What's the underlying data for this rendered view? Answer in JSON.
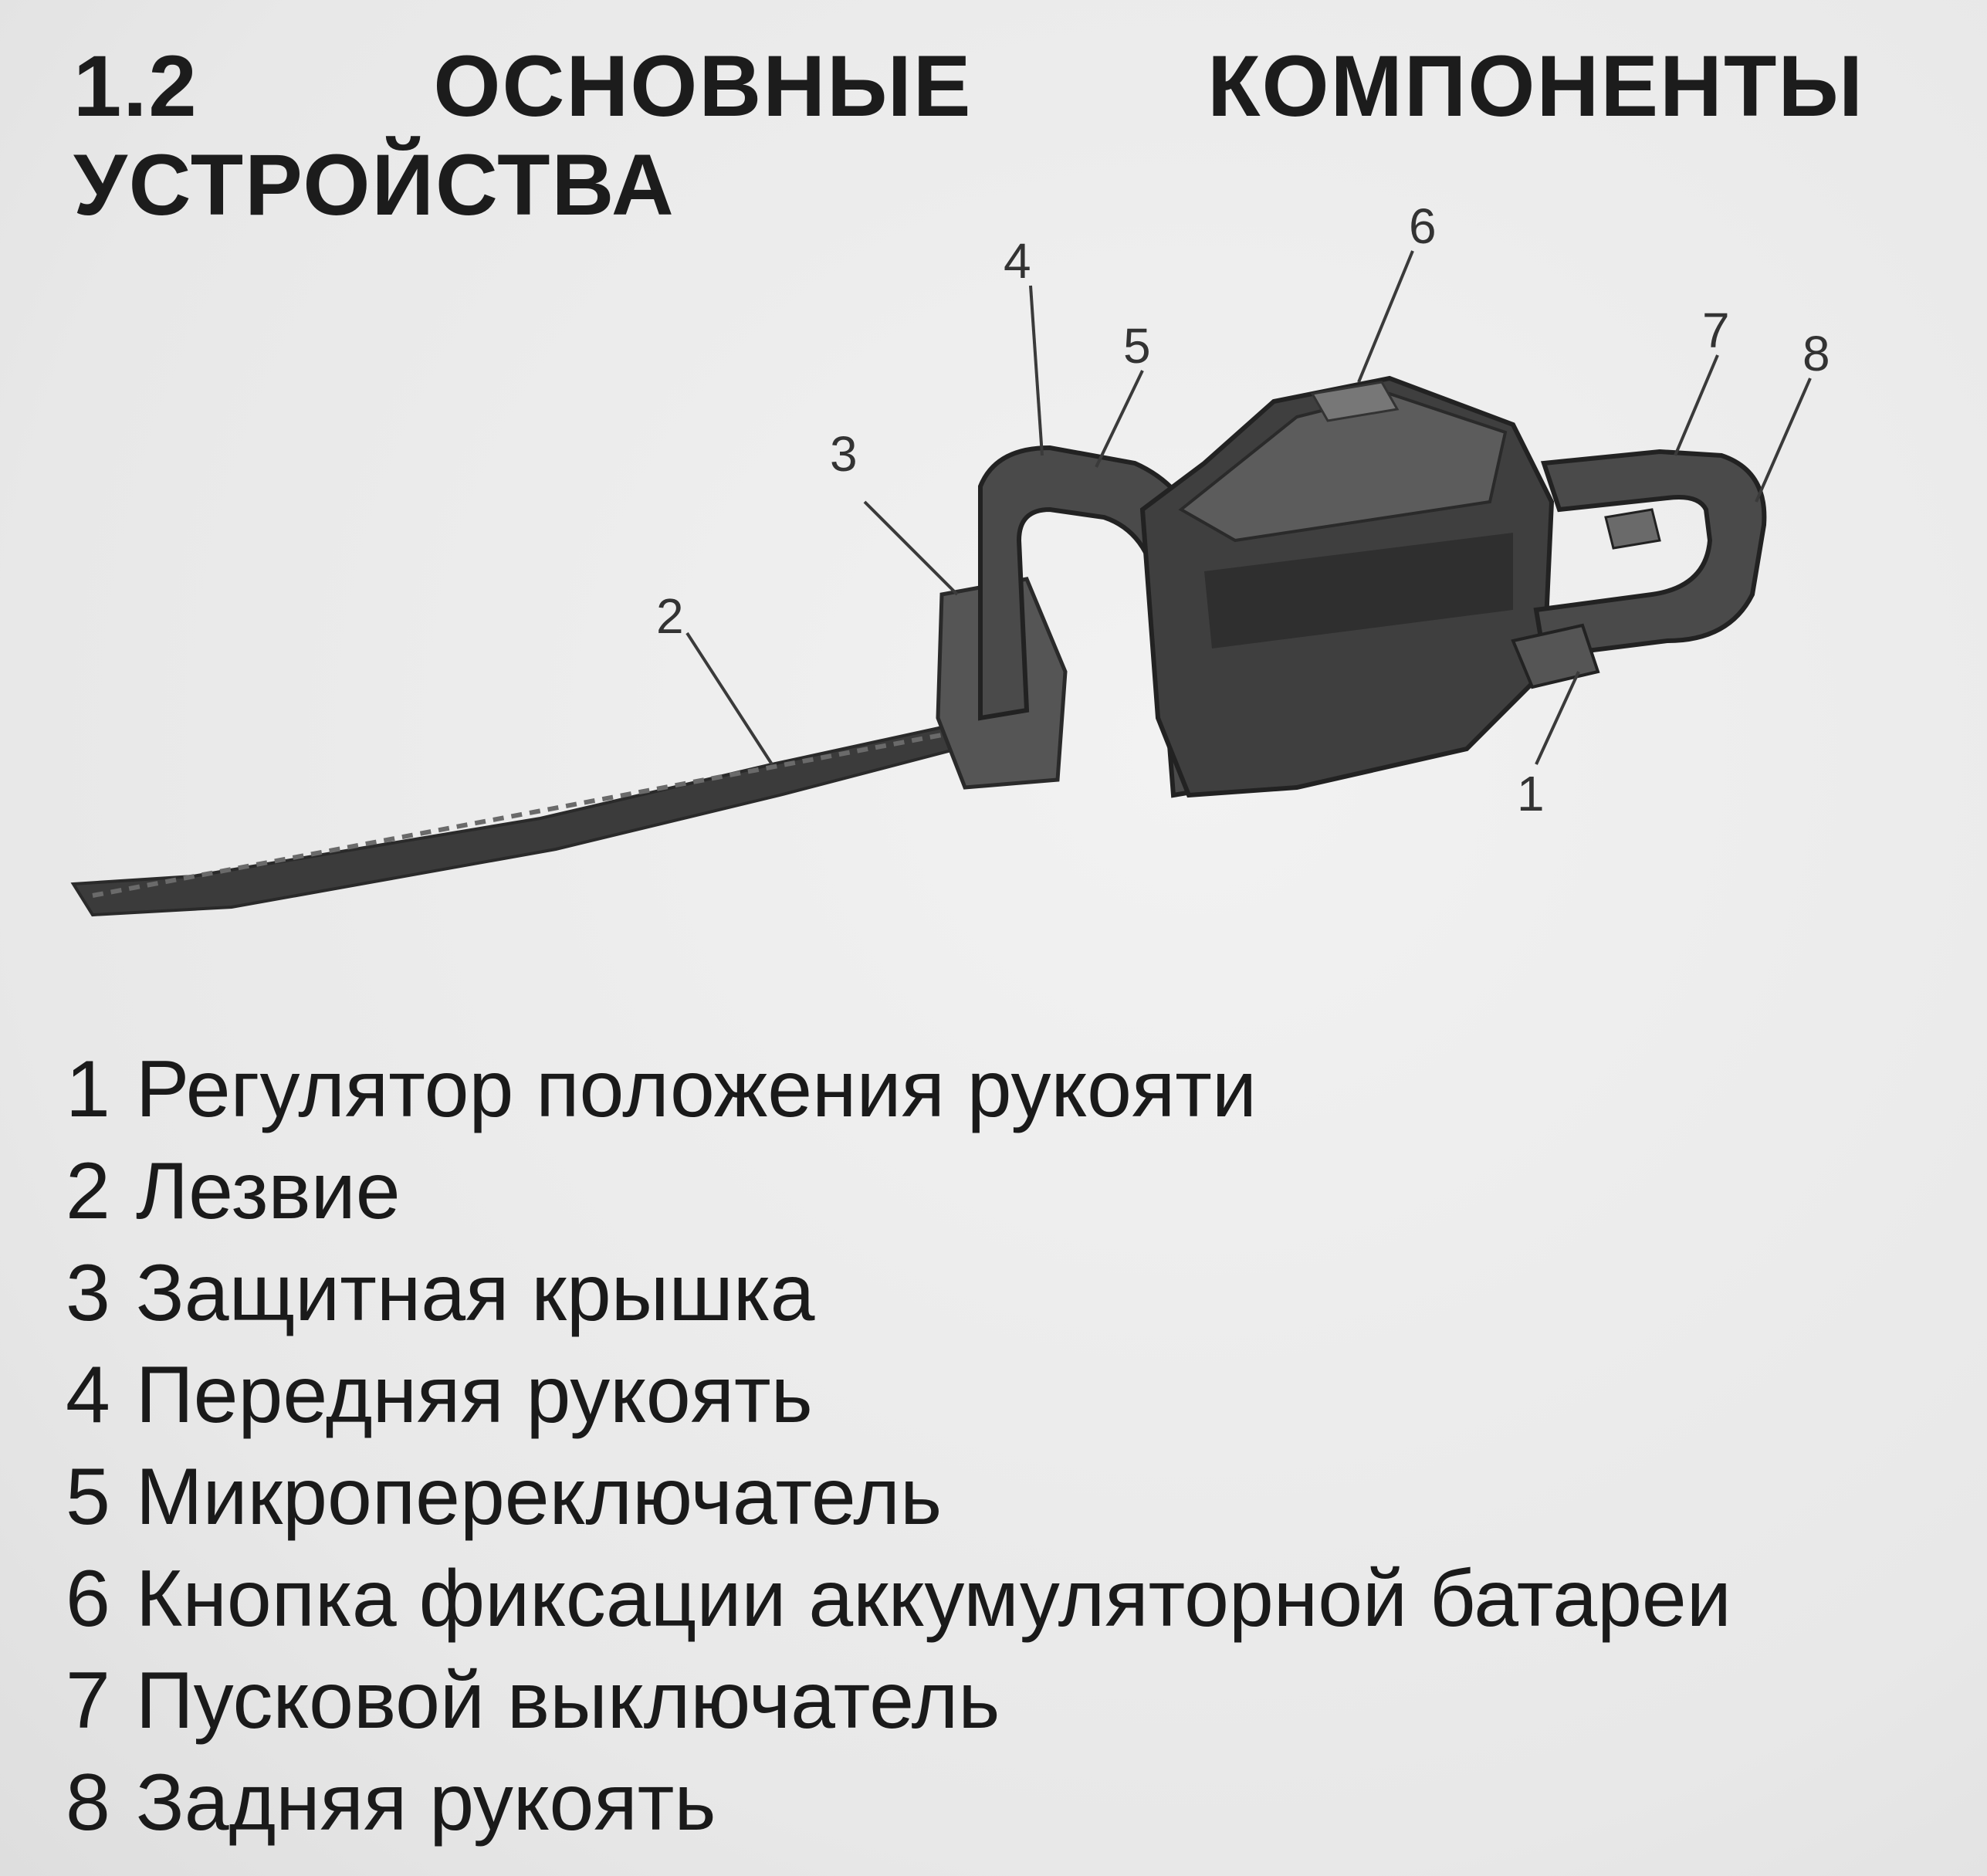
{
  "section": {
    "number": "1.2",
    "title_line1_word1": "ОСНОВНЫЕ",
    "title_line1_word2": "КОМПОНЕНТЫ",
    "title_line2": "УСТРОЙСТВА"
  },
  "illustration": {
    "subject_icon": "hedge-trimmer-icon",
    "callouts": [
      "1",
      "2",
      "3",
      "4",
      "5",
      "6",
      "7",
      "8"
    ]
  },
  "components": [
    {
      "number": "1",
      "label": "Регулятор положения рукояти"
    },
    {
      "number": "2",
      "label": "Лезвие"
    },
    {
      "number": "3",
      "label": "Защитная крышка"
    },
    {
      "number": "4",
      "label": "Передняя рукоять"
    },
    {
      "number": "5",
      "label": "Микропереключатель"
    },
    {
      "number": "6",
      "label": "Кнопка фиксации аккумуляторной батареи"
    },
    {
      "number": "7",
      "label": "Пусковой выключатель"
    },
    {
      "number": "8",
      "label": "Задняя рукоять"
    }
  ]
}
